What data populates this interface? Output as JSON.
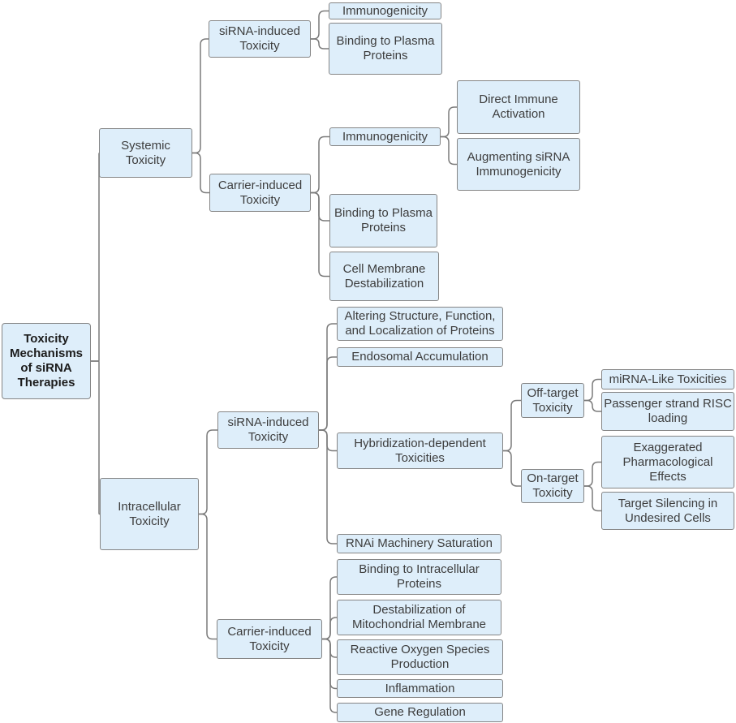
{
  "diagram": {
    "type": "hierarchy-tree",
    "title": "Toxicity Mechanisms of siRNA Therapies",
    "colors": {
      "background": "#ffffff",
      "box_fill": "#deeefa",
      "box_border": "#858585",
      "connector": "#7a7a7a",
      "text": "#3d3d3d",
      "root_text": "#1c1c1c"
    }
  },
  "nodes": {
    "root": {
      "label": "Toxicity Mechanisms of siRNA Therapies"
    },
    "systemic": {
      "label": "Systemic Toxicity"
    },
    "sys_sirna": {
      "label": "siRNA-induced Toxicity"
    },
    "sys_sirna_immuno": {
      "label": "Immunogenicity"
    },
    "sys_sirna_binding": {
      "label": "Binding to Plasma Proteins"
    },
    "sys_carrier": {
      "label": "Carrier-induced Toxicity"
    },
    "sys_carrier_immuno": {
      "label": "Immunogenicity"
    },
    "direct_immune": {
      "label": "Direct Immune Activation"
    },
    "augmenting": {
      "label": "Augmenting siRNA Immunogenicity"
    },
    "sys_carrier_binding": {
      "label": "Binding to Plasma Proteins"
    },
    "cell_membrane": {
      "label": "Cell Membrane Destabilization"
    },
    "intracellular": {
      "label": "Intracellular Toxicity"
    },
    "intra_sirna": {
      "label": "siRNA-induced Toxicity"
    },
    "altering": {
      "label": "Altering Structure, Function, and Localization of Proteins"
    },
    "endosomal": {
      "label": "Endosomal Accumulation"
    },
    "hybridization": {
      "label": "Hybridization-dependent Toxicities"
    },
    "off_target": {
      "label": "Off-target Toxicity"
    },
    "mirna_like": {
      "label": "miRNA-Like Toxicities"
    },
    "passenger": {
      "label": "Passenger strand RISC loading"
    },
    "on_target": {
      "label": "On-target Toxicity"
    },
    "exaggerated": {
      "label": "Exaggerated Pharmacological Effects"
    },
    "target_silencing": {
      "label": "Target Silencing in Undesired Cells"
    },
    "rnai_saturation": {
      "label": "RNAi Machinery Saturation"
    },
    "intra_carrier": {
      "label": "Carrier-induced Toxicity"
    },
    "binding_intra": {
      "label": "Binding to Intracellular Proteins"
    },
    "destabilization": {
      "label": "Destabilization of Mitochondrial Membrane"
    },
    "ros": {
      "label": "Reactive Oxygen Species Production"
    },
    "inflammation": {
      "label": "Inflammation"
    },
    "gene_regulation": {
      "label": "Gene Regulation"
    }
  },
  "edges": [
    [
      "root",
      "systemic"
    ],
    [
      "root",
      "intracellular"
    ],
    [
      "systemic",
      "sys_sirna"
    ],
    [
      "systemic",
      "sys_carrier"
    ],
    [
      "sys_sirna",
      "sys_sirna_immuno"
    ],
    [
      "sys_sirna",
      "sys_sirna_binding"
    ],
    [
      "sys_carrier",
      "sys_carrier_immuno"
    ],
    [
      "sys_carrier",
      "sys_carrier_binding"
    ],
    [
      "sys_carrier",
      "cell_membrane"
    ],
    [
      "sys_carrier_immuno",
      "direct_immune"
    ],
    [
      "sys_carrier_immuno",
      "augmenting"
    ],
    [
      "intracellular",
      "intra_sirna"
    ],
    [
      "intracellular",
      "intra_carrier"
    ],
    [
      "intra_sirna",
      "altering"
    ],
    [
      "intra_sirna",
      "endosomal"
    ],
    [
      "intra_sirna",
      "hybridization"
    ],
    [
      "intra_sirna",
      "rnai_saturation"
    ],
    [
      "hybridization",
      "off_target"
    ],
    [
      "hybridization",
      "on_target"
    ],
    [
      "off_target",
      "mirna_like"
    ],
    [
      "off_target",
      "passenger"
    ],
    [
      "on_target",
      "exaggerated"
    ],
    [
      "on_target",
      "target_silencing"
    ],
    [
      "intra_carrier",
      "binding_intra"
    ],
    [
      "intra_carrier",
      "destabilization"
    ],
    [
      "intra_carrier",
      "ros"
    ],
    [
      "intra_carrier",
      "inflammation"
    ],
    [
      "intra_carrier",
      "gene_regulation"
    ]
  ]
}
